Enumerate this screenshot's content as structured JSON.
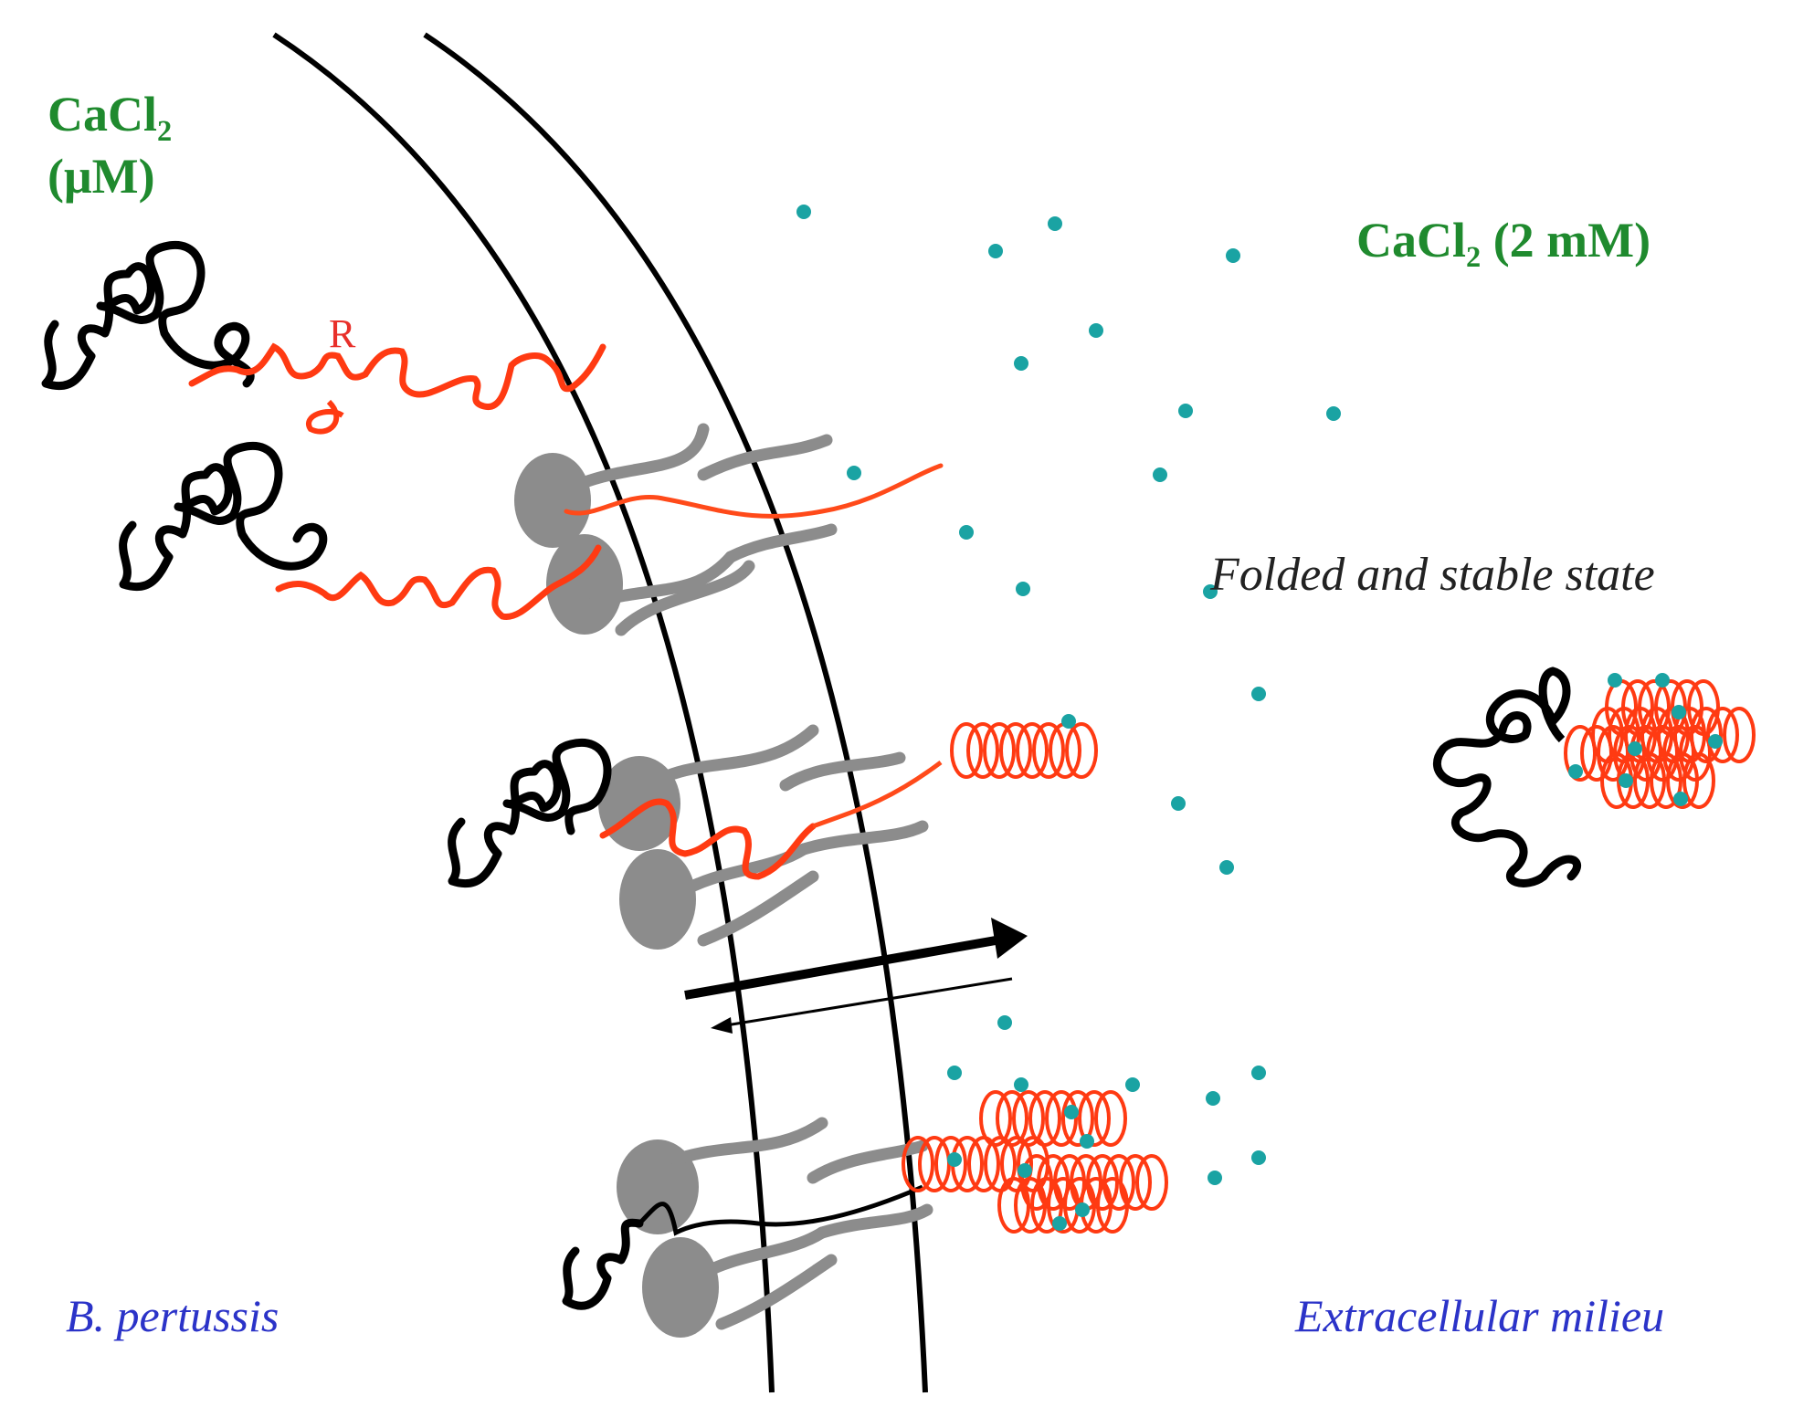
{
  "labels": {
    "cacl2_left_line1": "CaCl",
    "cacl2_left_sub": "2",
    "cacl2_left_line2": "(μM)",
    "cacl2_right_prefix": "CaCl",
    "cacl2_right_sub": "2",
    "cacl2_right_suffix": " (2 mM)",
    "region_label": "R",
    "folded_state": "Folded and stable state",
    "left_compartment": "B. pertussis",
    "right_compartment": "Extracellular milieu"
  },
  "colors": {
    "membrane": "#000000",
    "unfolded_rtx": "#ff3a12",
    "folded_rtx": "#ff3a12",
    "calcium_ion": "#1aa3a3",
    "secretion_machinery": "#8c8c8c",
    "protein_core": "#000000",
    "label_green": "#1f8a2e",
    "label_blue": "#2b33c8"
  },
  "icons": [
    "calcium-ion-dot",
    "forward-arrow",
    "reverse-arrow"
  ]
}
